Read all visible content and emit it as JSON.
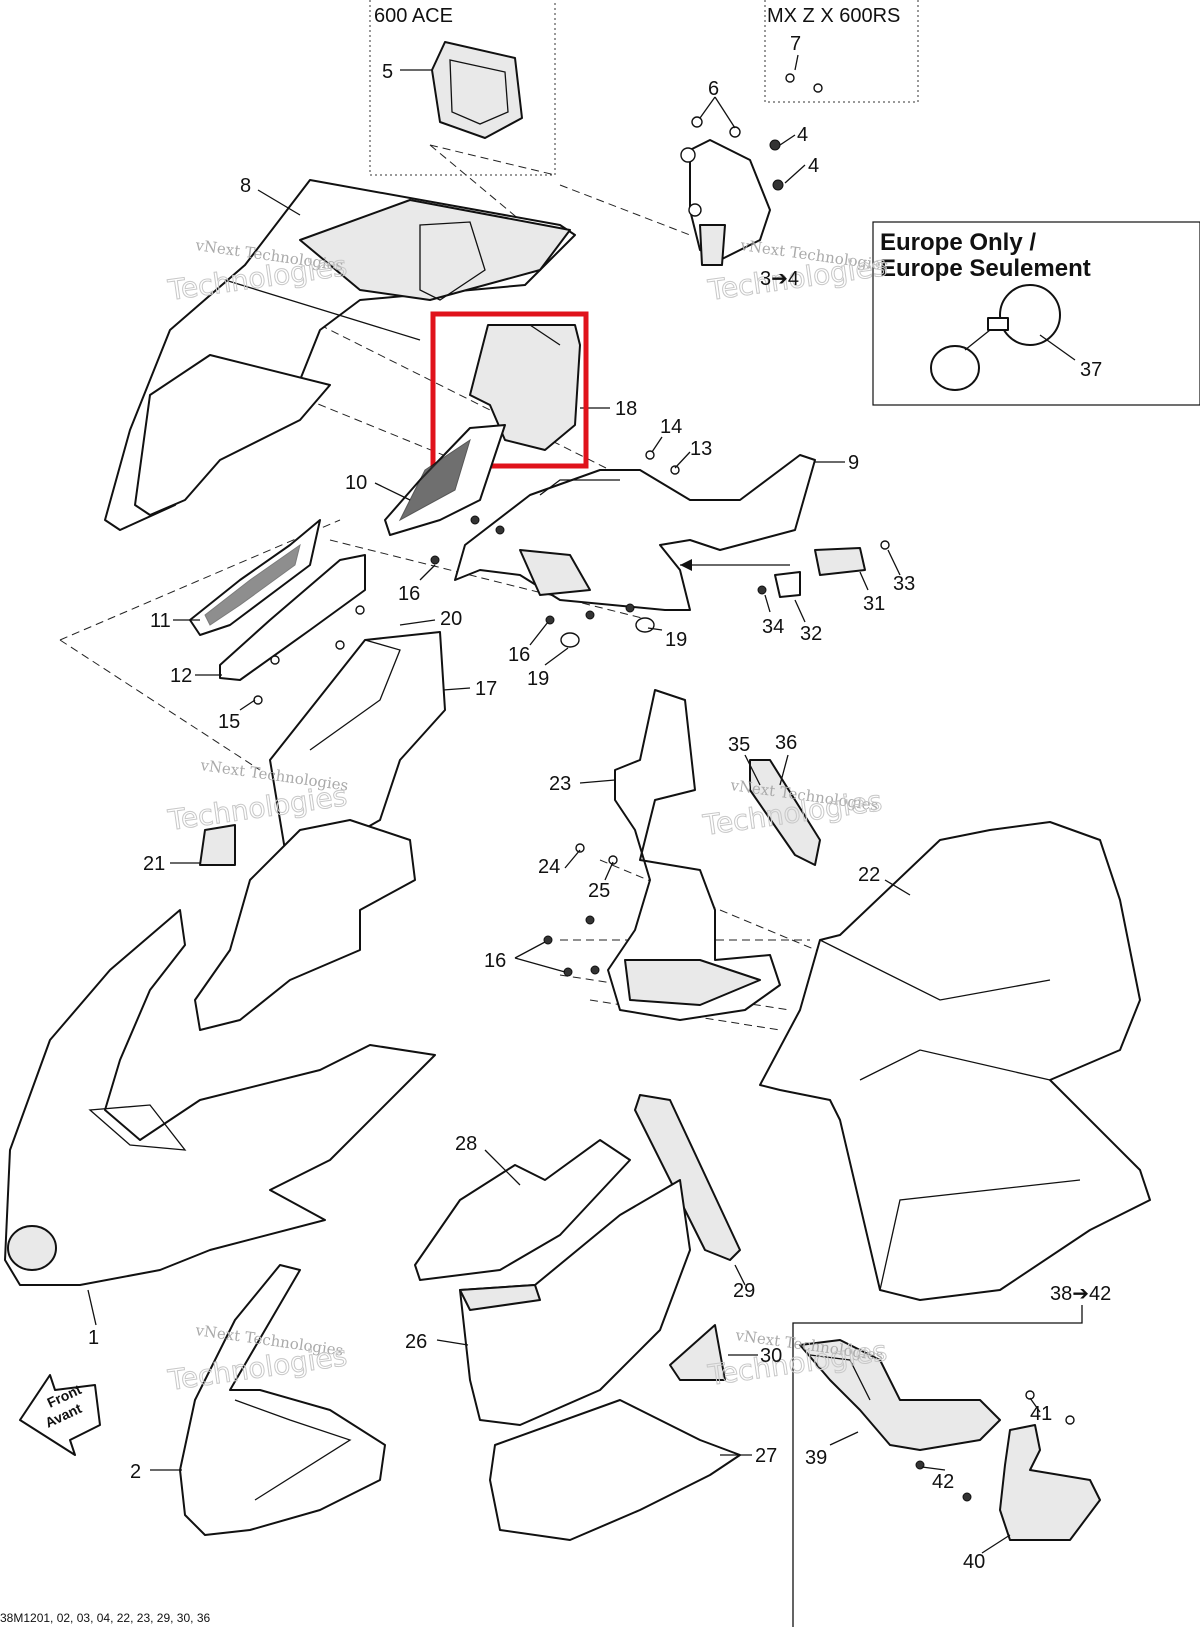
{
  "box_600ace": {
    "title": "600 ACE"
  },
  "box_mxz": {
    "title": "MX Z X 600RS"
  },
  "box_europe": {
    "line1": "Europe Only /",
    "line2": "Europe Seulement"
  },
  "callout_38_42": "38➔42",
  "callout_3_4": "3➔4",
  "front_arrow": {
    "line1": "Front",
    "line2": "Avant"
  },
  "watermark": {
    "line1": "vNext Technologies",
    "line2": "Technologies",
    "line3": "vNext"
  },
  "footer_code": "38M1201, 02, 03, 04, 22, 23, 29, 30, 36",
  "labels": {
    "l1": "1",
    "l2": "2",
    "l4a": "4",
    "l4b": "4",
    "l5": "5",
    "l6": "6",
    "l7": "7",
    "l8": "8",
    "l9": "9",
    "l10": "10",
    "l11": "11",
    "l12": "12",
    "l13": "13",
    "l14": "14",
    "l15": "15",
    "l16a": "16",
    "l16b": "16",
    "l16c": "16",
    "l17": "17",
    "l18": "18",
    "l19a": "19",
    "l19b": "19",
    "l20": "20",
    "l21": "21",
    "l22": "22",
    "l23": "23",
    "l24": "24",
    "l25": "25",
    "l26": "26",
    "l27": "27",
    "l28": "28",
    "l29": "29",
    "l30": "30",
    "l31": "31",
    "l32": "32",
    "l33": "33",
    "l34": "34",
    "l35": "35",
    "l36": "36",
    "l37": "37",
    "l39": "39",
    "l40": "40",
    "l41": "41",
    "l42": "42"
  },
  "highlight_color": "#e0121b"
}
